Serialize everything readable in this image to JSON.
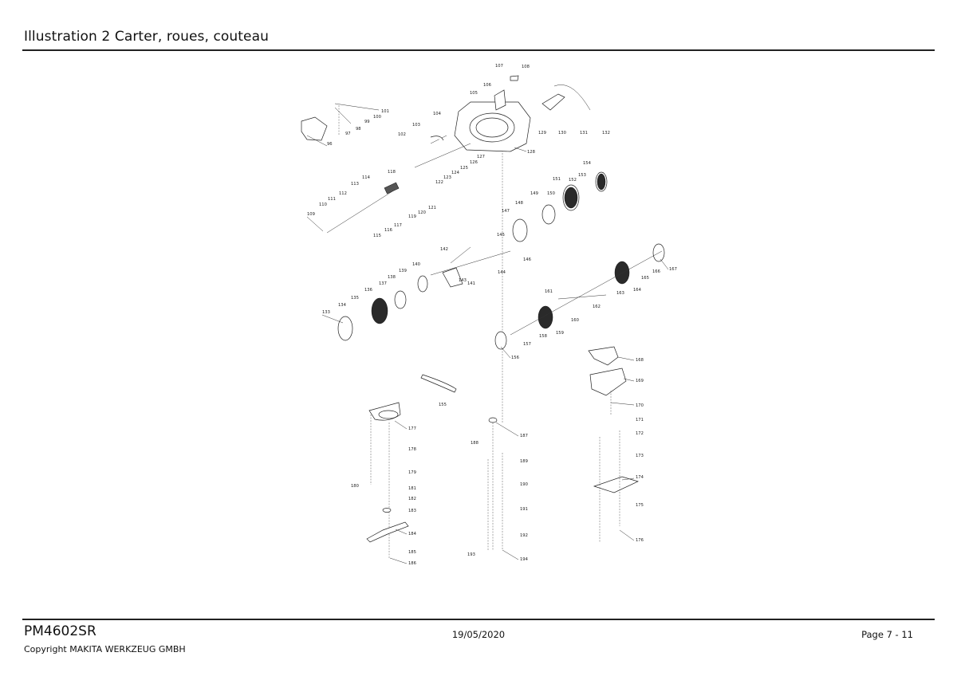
{
  "header": {
    "title": "Illustration  2  Carter, roues, couteau"
  },
  "footer": {
    "model": "PM4602SR",
    "copyright": "Copyright MAKITA WERKZEUG GMBH",
    "date": "19/05/2020",
    "page": "Page 7 - 11"
  },
  "diagram": {
    "part_numbers": [
      "96",
      "97",
      "98",
      "99",
      "100",
      "101",
      "102",
      "103",
      "104",
      "105",
      "106",
      "107",
      "108",
      "109",
      "110",
      "111",
      "112",
      "113",
      "114",
      "115",
      "116",
      "117",
      "118",
      "119",
      "120",
      "121",
      "122",
      "123",
      "124",
      "125",
      "126",
      "127",
      "128",
      "129",
      "130",
      "131",
      "132",
      "133",
      "134",
      "135",
      "136",
      "137",
      "138",
      "139",
      "140",
      "141",
      "142",
      "143",
      "144",
      "145",
      "146",
      "147",
      "148",
      "149",
      "150",
      "151",
      "152",
      "153",
      "154",
      "155",
      "156",
      "157",
      "158",
      "159",
      "160",
      "161",
      "162",
      "163",
      "164",
      "165",
      "166",
      "167",
      "168",
      "169",
      "170",
      "171",
      "172",
      "173",
      "174",
      "175",
      "176",
      "177",
      "178",
      "179",
      "180",
      "181",
      "182",
      "183",
      "184",
      "185",
      "186",
      "187",
      "188",
      "189",
      "190",
      "191",
      "192",
      "193",
      "194"
    ]
  }
}
